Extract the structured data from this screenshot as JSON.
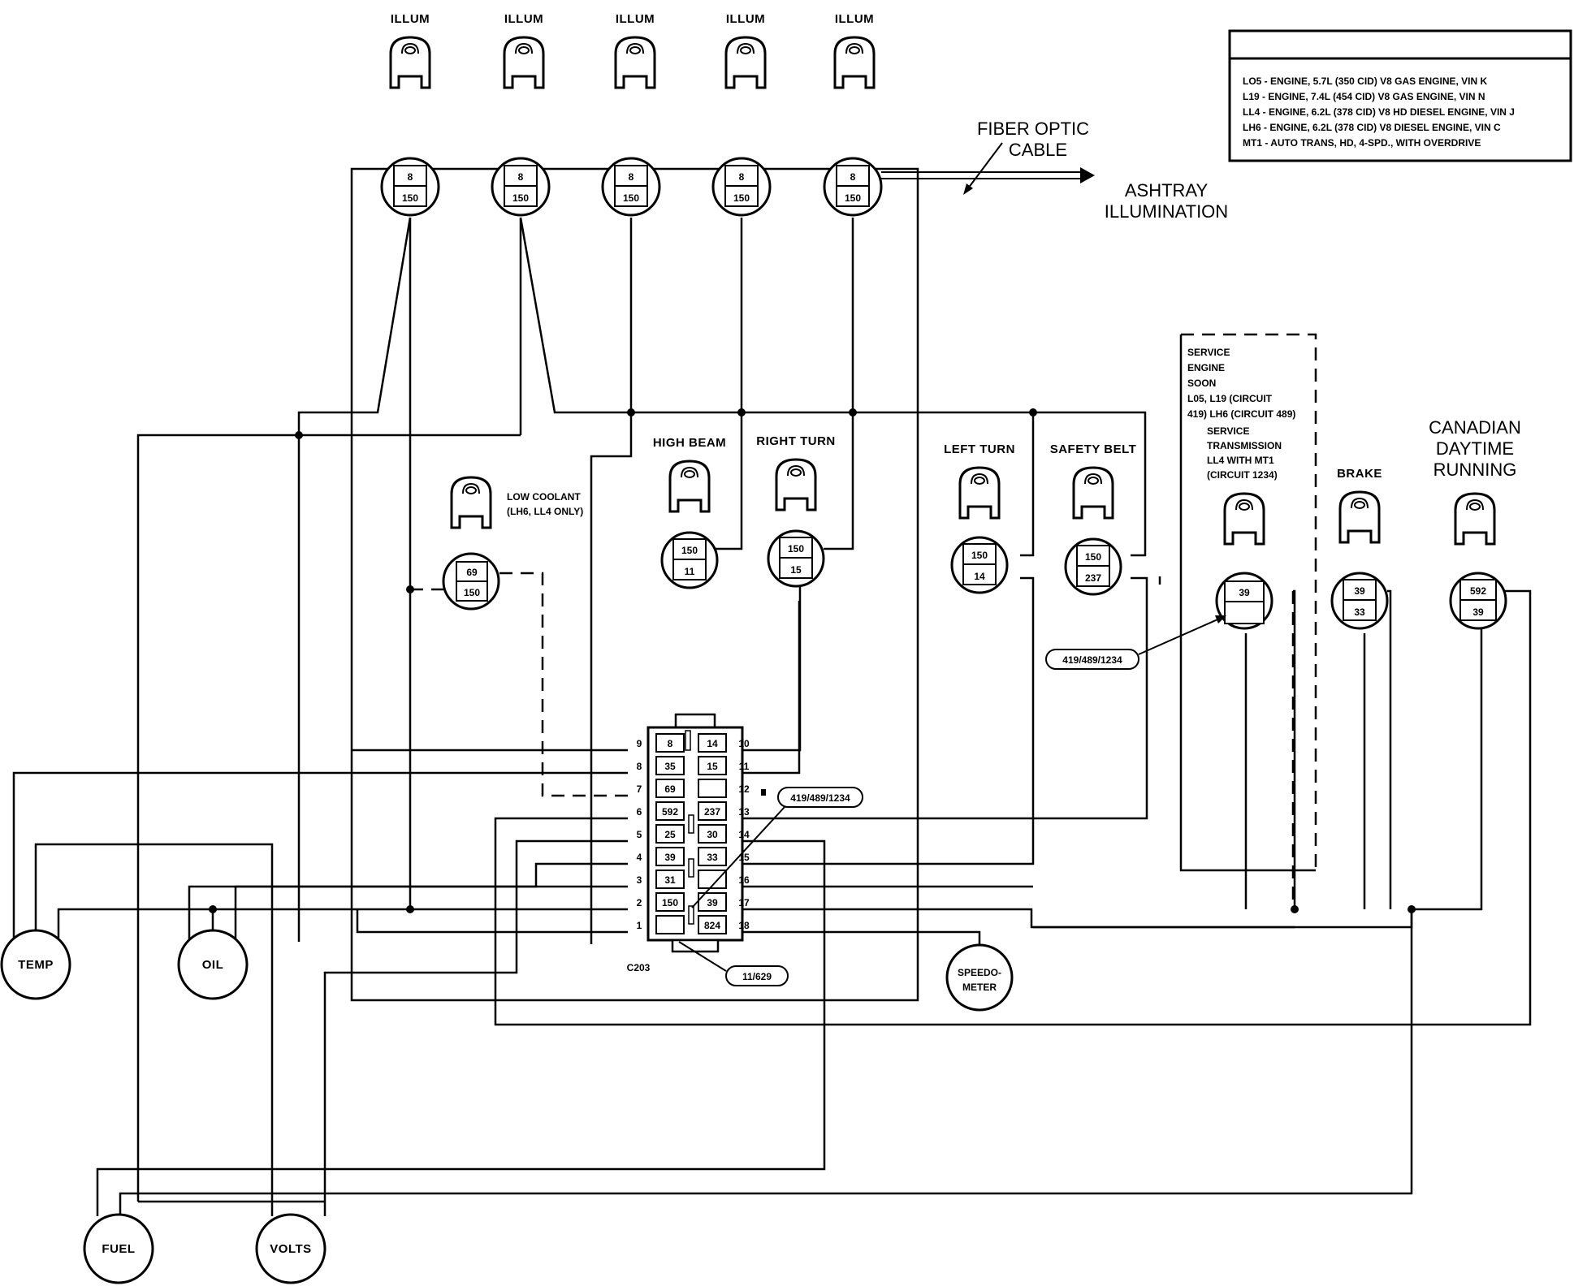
{
  "legend": {
    "title": "",
    "lines": [
      "LO5 - ENGINE, 5.7L (350 CID) V8 GAS ENGINE, VIN K",
      "L19 - ENGINE, 7.4L (454 CID) V8 GAS ENGINE, VIN N",
      "LL4 - ENGINE, 6.2L (378 CID) V8 HD DIESEL ENGINE, VIN J",
      "LH6 - ENGINE, 6.2L (378 CID) V8 DIESEL ENGINE, VIN C",
      "MT1 - AUTO TRANS, HD, 4-SPD., WITH OVERDRIVE"
    ]
  },
  "top_bulbs": [
    "ILLUM",
    "ILLUM",
    "ILLUM",
    "ILLUM",
    "ILLUM"
  ],
  "top_sockets": [
    {
      "top": "8",
      "bottom": "150"
    },
    {
      "top": "8",
      "bottom": "150"
    },
    {
      "top": "8",
      "bottom": "150"
    },
    {
      "top": "8",
      "bottom": "150"
    },
    {
      "top": "8",
      "bottom": "150"
    }
  ],
  "fiber": {
    "line1": "FIBER OPTIC",
    "line2": "CABLE"
  },
  "ashtray": {
    "line1": "ASHTRAY",
    "line2": "ILLUMINATION"
  },
  "indicators": {
    "low_coolant": {
      "line1": "LOW COOLANT",
      "line2": "(LH6, LL4 ONLY)",
      "top": "69",
      "bottom": "150"
    },
    "high_beam": {
      "label": "HIGH BEAM",
      "top": "150",
      "bottom": "11"
    },
    "right_turn": {
      "label": "RIGHT TURN",
      "top": "150",
      "bottom": "15"
    },
    "left_turn": {
      "label": "LEFT TURN",
      "top": "150",
      "bottom": "14"
    },
    "safety_belt": {
      "label": "SAFETY BELT",
      "top": "150",
      "bottom": "237"
    },
    "service": {
      "lines": [
        "SERVICE",
        "ENGINE",
        "SOON",
        "L05, L19 (CIRCUIT",
        "419) LH6 (CIRCUIT 489)"
      ],
      "lines2": [
        "SERVICE",
        "TRANSMISSION",
        "LL4 WITH MT1",
        "(CIRCUIT 1234)"
      ],
      "value": "39",
      "callout": "419/489/1234"
    },
    "brake": {
      "label": "BRAKE",
      "top": "39",
      "bottom": "33"
    },
    "canadian": {
      "line1": "CANADIAN",
      "line2": "DAYTIME",
      "line3": "RUNNING",
      "top": "592",
      "bottom": "39"
    }
  },
  "connector": {
    "name": "C203",
    "left_pins": [
      "9",
      "8",
      "7",
      "6",
      "5",
      "4",
      "3",
      "2",
      "1"
    ],
    "right_pins": [
      "10",
      "11",
      "12",
      "13",
      "14",
      "15",
      "16",
      "17",
      "18"
    ],
    "left_cells": [
      "8",
      "35",
      "69",
      "592",
      "25",
      "39",
      "31",
      "150",
      ""
    ],
    "right_cells": [
      "14",
      "15",
      "",
      "237",
      "30",
      "33",
      "",
      "39",
      "824"
    ],
    "callout_a": "419/489/1234",
    "callout_b": "11/629"
  },
  "gauges": {
    "temp": "TEMP",
    "oil": "OIL",
    "fuel": "FUEL",
    "volts": "VOLTS",
    "speedo1": "SPEEDO-",
    "speedo2": "METER"
  }
}
